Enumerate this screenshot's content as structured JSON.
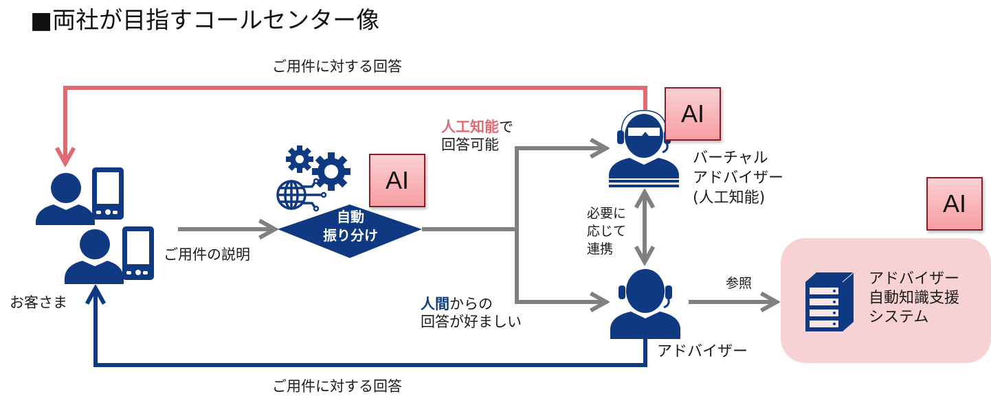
{
  "title": "■両社が目指すコールセンター像",
  "flows": {
    "top_response_label": "ご用件に対する回答",
    "bottom_response_label": "ご用件に対する回答",
    "request_label": "ご用件の説明",
    "ai_route_label": {
      "highlight": "人工知能",
      "rest_line1": "で",
      "line2": "回答可能"
    },
    "human_route_label": {
      "highlight": "人間",
      "rest_line1": "からの",
      "line2": "回答が好ましい"
    },
    "cooperation_label": [
      "必要に",
      "応じて",
      "連携"
    ],
    "reference_label": "参照"
  },
  "nodes": {
    "customer": {
      "label": "お客さま",
      "icon": "customer-with-phone-icon"
    },
    "router": {
      "label_line1": "自動",
      "label_line2": "振り分け",
      "icon": "gears-globe-circuit-icon",
      "badge": "AI"
    },
    "virtual_advisor": {
      "label": [
        "バーチャル",
        "アドバイザー",
        "(人工知能)"
      ],
      "icon": "operator-with-goggles-icon",
      "badge": "AI"
    },
    "advisor": {
      "label": "アドバイザー",
      "icon": "operator-headset-icon"
    },
    "knowledge_system": {
      "label": [
        "アドバイザー",
        "自動知識支援",
        "システム"
      ],
      "icon": "server-rack-icon",
      "badge": "AI"
    }
  },
  "colors": {
    "navy": "#0f3a82",
    "response_red": "#e06a74",
    "flow_gray": "#808080",
    "ai_badge_fill": "#f9b6b9",
    "ai_badge_border": "#8b1a2a",
    "kb_fill": "#f7d2d4"
  }
}
